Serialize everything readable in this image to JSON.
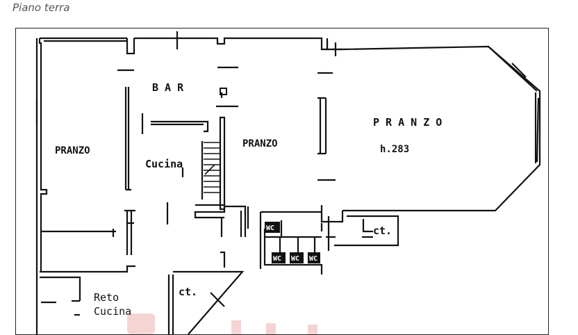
{
  "caption": "Piano terra",
  "rooms": {
    "bar": "B A R",
    "pranzo_left": "PRANZO",
    "cucina": "Cucina",
    "pranzo_center": "PRANZO",
    "pranzo_right": "P R A N Z O",
    "height": "h.283",
    "ct_right": "ct.",
    "ct_bottom": "ct.",
    "reto_line1": "Reto",
    "reto_line2": "Cucina"
  },
  "wc_label": "WC",
  "colors": {
    "wall": "#111111",
    "frame": "#222222",
    "caption": "#555555",
    "watermark": "#f2c9c9"
  }
}
